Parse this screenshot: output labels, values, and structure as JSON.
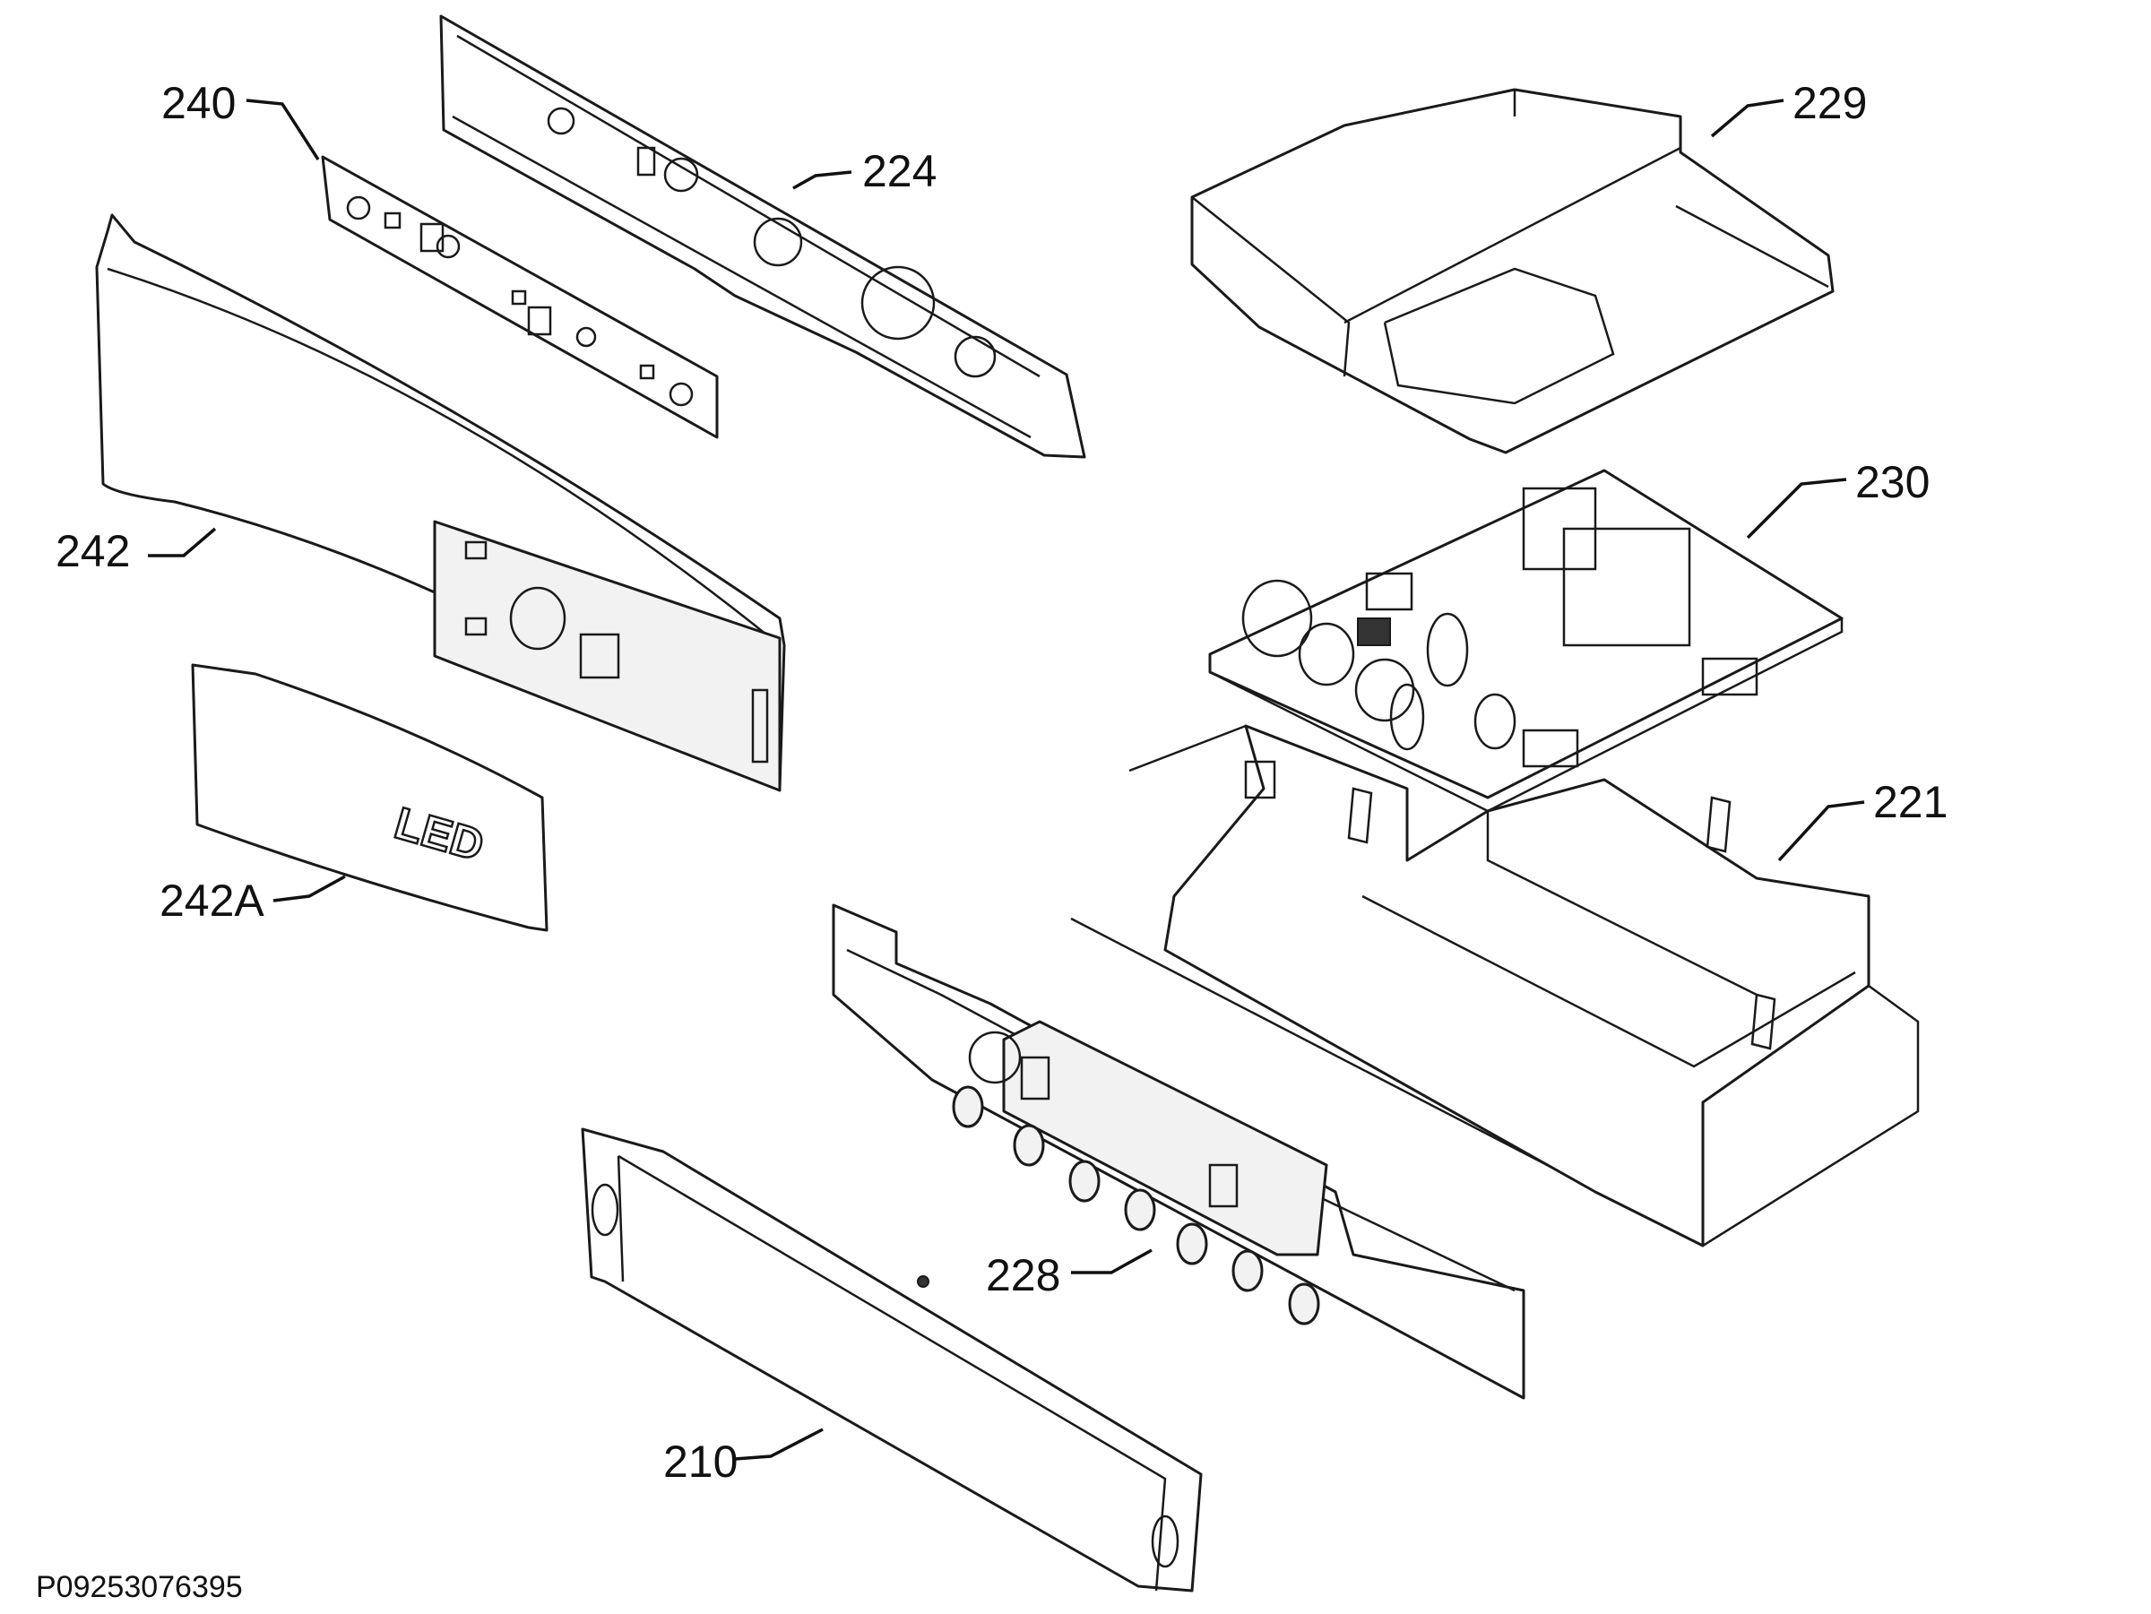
{
  "callouts": {
    "c240": "240",
    "c224": "224",
    "c229": "229",
    "c230": "230",
    "c242": "242",
    "c221": "221",
    "c242a": "242A",
    "c228": "228",
    "c210": "210"
  },
  "cover_marking": "LED",
  "reference_code": "P09253076395"
}
